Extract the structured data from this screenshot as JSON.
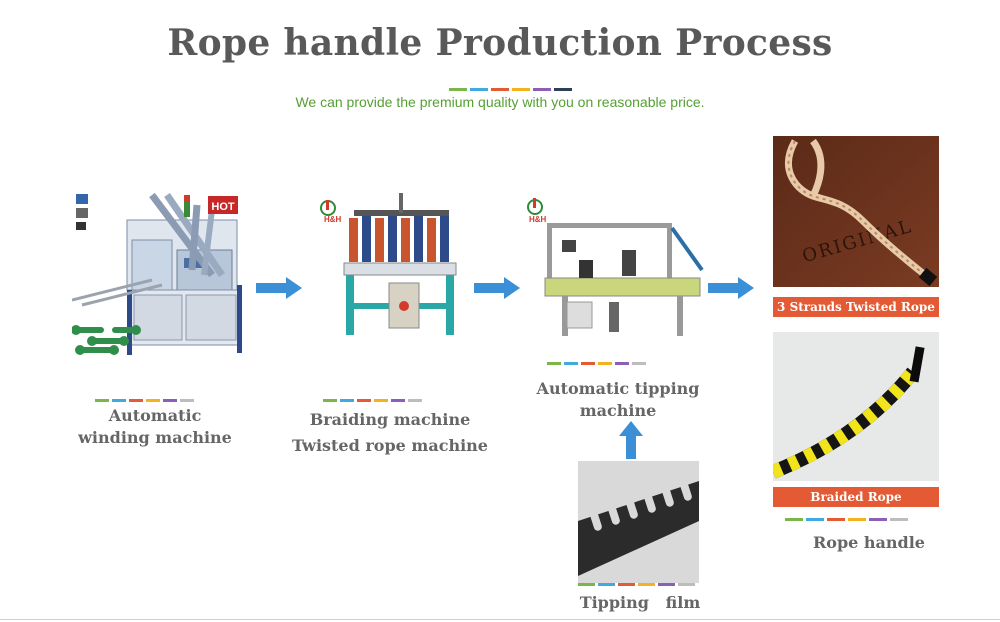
{
  "header": {
    "title": "Rope handle Production Process",
    "subtitle": "We can provide the premium quality with you on reasonable price."
  },
  "stripe_colors": [
    "#7ab648",
    "#3fa9e0",
    "#e35a35",
    "#f5b21f",
    "#8a5fb5",
    "#2e4057"
  ],
  "small_stripe_colors": [
    "#7ab648",
    "#3fa9e0",
    "#e35a35",
    "#f5b21f",
    "#8a5fb5",
    "#bdbdbd"
  ],
  "arrow_color": "#3a8fd6",
  "steps": {
    "winding": {
      "line1": "Automatic",
      "line2": "winding  machine",
      "badge": "HOT"
    },
    "braiding": {
      "line1": "Braiding  machine",
      "line2": "Twisted rope machine",
      "logo": "H&H"
    },
    "tipping": {
      "line1": "Automatic tipping",
      "line2": "machine",
      "logo": "H&H"
    },
    "film": {
      "label": "Tipping   film"
    }
  },
  "products": {
    "twisted": {
      "label": "3 Strands Twisted  Rope",
      "print": "ORIGINAL"
    },
    "braided": {
      "label": "Braided  Rope"
    },
    "final": {
      "label": "Rope handle"
    }
  }
}
